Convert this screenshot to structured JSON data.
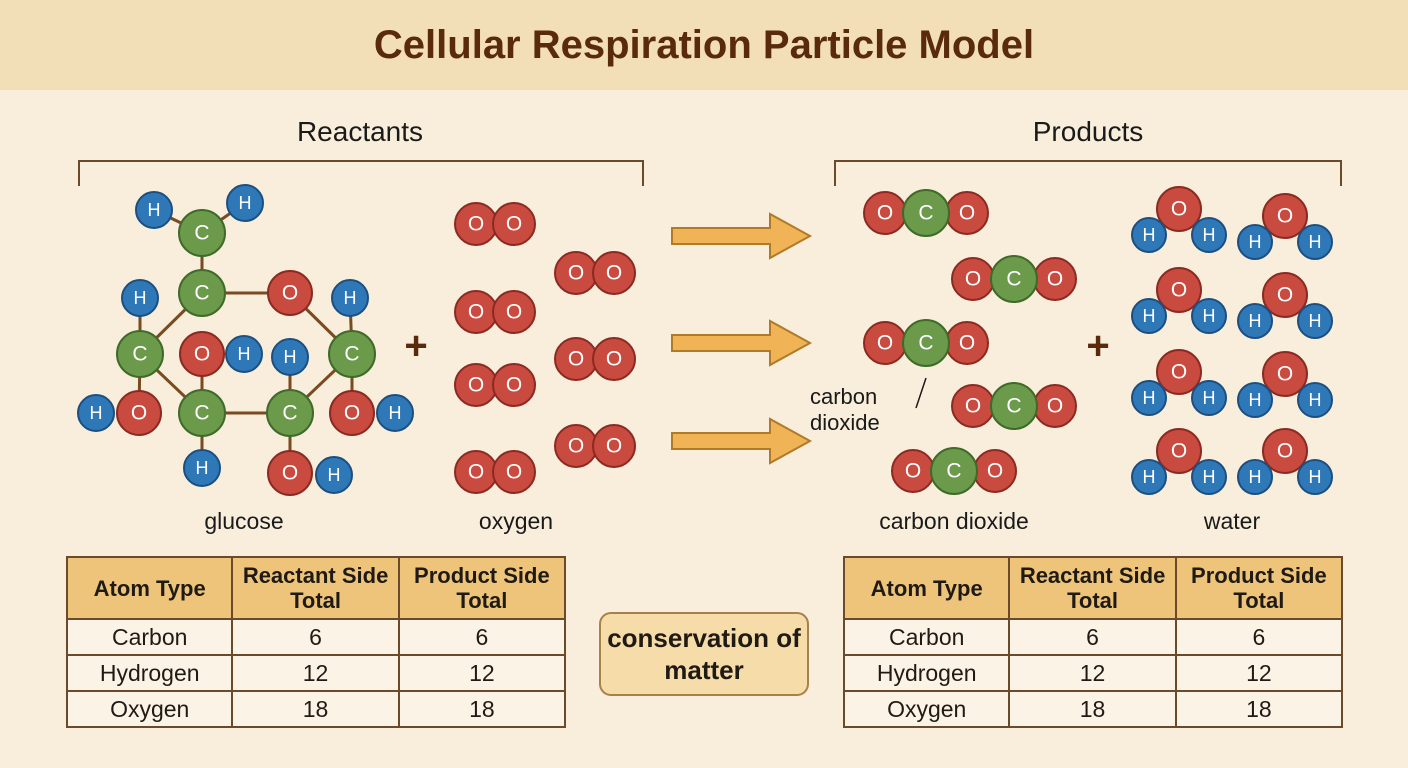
{
  "title": "Cellular Respiration Particle Model",
  "sections": {
    "reactants": "Reactants",
    "products": "Products"
  },
  "labels": {
    "glucose": "glucose",
    "oxygen": "oxygen",
    "carbon_dioxide": "carbon dioxide",
    "water": "water",
    "callout": "carbon dioxide",
    "plus": "+"
  },
  "atoms": {
    "carbon": "C",
    "hydrogen": "H",
    "oxygen": "O"
  },
  "colors": {
    "carbon": "#6b9a4a",
    "hydrogen": "#2f78b8",
    "oxygen": "#c94a3f",
    "arrow": "#f0b456",
    "bond": "#7a4a20"
  },
  "conservation": "conservation of matter",
  "tables": [
    {
      "headers": [
        "Atom Type",
        "Reactant Side Total",
        "Product Side Total"
      ],
      "rows": [
        [
          "Carbon",
          "6",
          "6"
        ],
        [
          "Hydrogen",
          "12",
          "12"
        ],
        [
          "Oxygen",
          "18",
          "18"
        ]
      ]
    },
    {
      "headers": [
        "Atom Type",
        "Reactant Side Total",
        "Product Side Total"
      ],
      "rows": [
        [
          "Carbon",
          "6",
          "6"
        ],
        [
          "Hydrogen",
          "12",
          "12"
        ],
        [
          "Oxygen",
          "18",
          "18"
        ]
      ]
    }
  ]
}
